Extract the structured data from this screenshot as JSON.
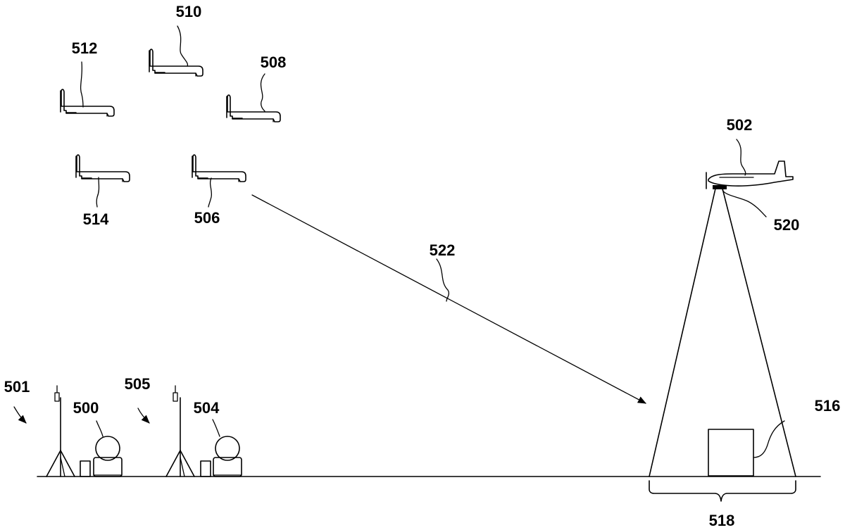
{
  "labels": {
    "l500": "500",
    "l501": "501",
    "l502": "502",
    "l504": "504",
    "l505": "505",
    "l506": "506",
    "l508": "508",
    "l510": "510",
    "l512": "512",
    "l514": "514",
    "l516": "516",
    "l518": "518",
    "l520": "520",
    "l522": "522"
  }
}
